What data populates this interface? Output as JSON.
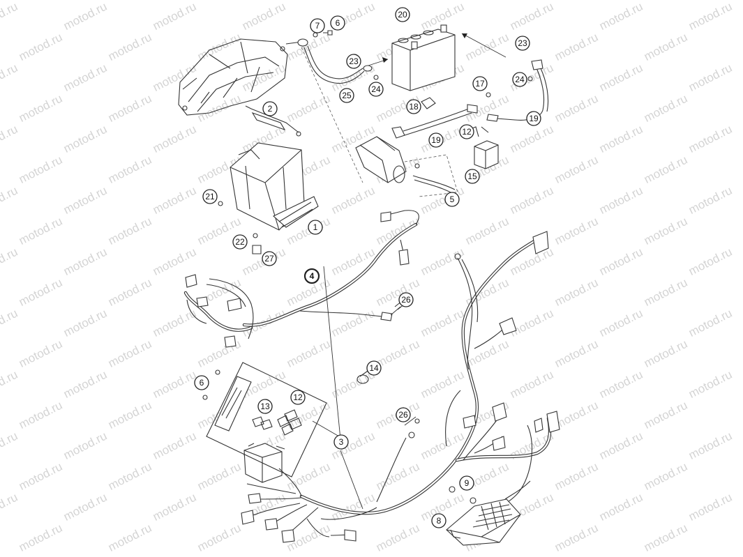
{
  "watermark": {
    "text": "motod.ru"
  },
  "callouts": {
    "c1": "1",
    "c2": "2",
    "c3": "3",
    "c4": "4",
    "c5": "5",
    "c6a": "6",
    "c6b": "6",
    "c7": "7",
    "c8": "8",
    "c9": "9",
    "c12a": "12",
    "c12b": "12",
    "c13": "13",
    "c14": "14",
    "c15": "15",
    "c17": "17",
    "c18": "18",
    "c19a": "19",
    "c19b": "19",
    "c20": "20",
    "c21": "21",
    "c22": "22",
    "c23a": "23",
    "c23b": "23",
    "c24a": "24",
    "c24b": "24",
    "c25": "25",
    "c26a": "26",
    "c26b": "26",
    "c27": "27"
  },
  "colors": {
    "line": "#333333",
    "watermark": "#d4d4d4",
    "background": "#ffffff"
  }
}
